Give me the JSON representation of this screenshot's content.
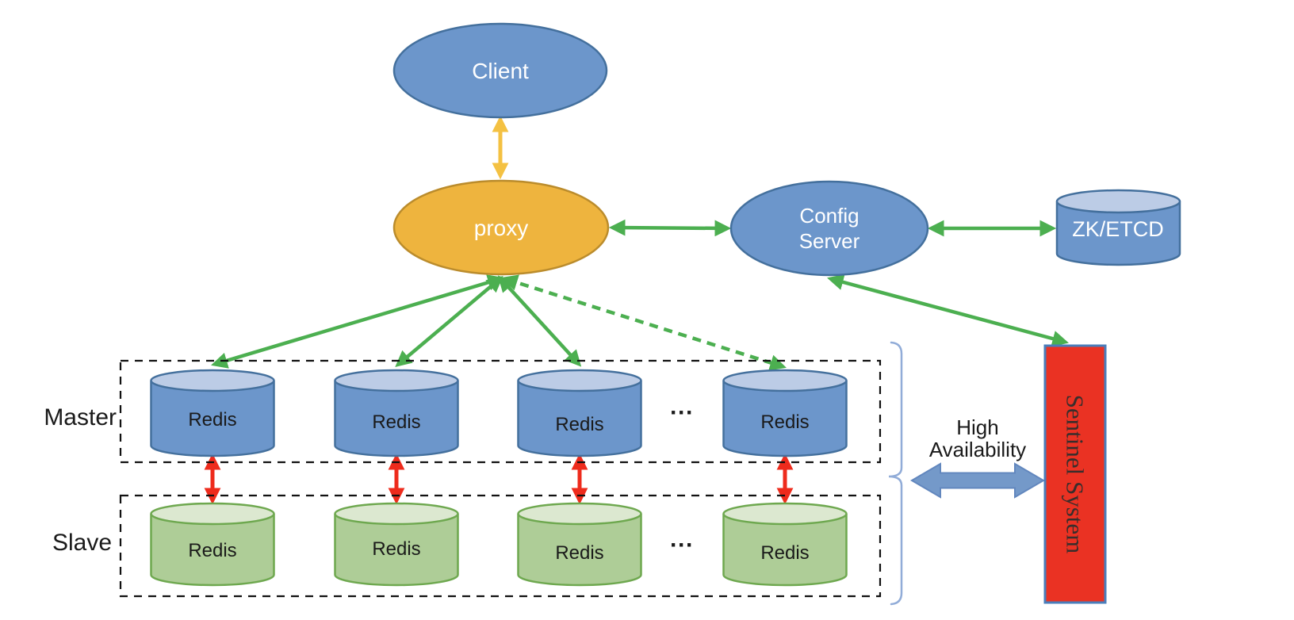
{
  "nodes": {
    "client": "Client",
    "proxy": "proxy",
    "config_server": {
      "line1": "Config",
      "line2": "Server"
    },
    "zk_etcd": "ZK/ETCD",
    "redis": "Redis",
    "sentinel": "Sentinel System"
  },
  "groups": {
    "master": "Master",
    "slave": "Slave",
    "ellipsis": "···"
  },
  "annotations": {
    "high_availability": {
      "line1": "High",
      "line2": "Availability"
    }
  },
  "colors": {
    "blue_fill": "#6C96CB",
    "blue_stroke": "#44709D",
    "blue_top": "#BCCCE6",
    "green_fill": "#AECD97",
    "green_top": "#DCE8D0",
    "green_stroke": "#6EA84F",
    "orange_fill": "#EEB43E",
    "orange_stroke": "#BB8C2C",
    "arrow_green": "#4CAF50",
    "arrow_yellow": "#F4C142",
    "arrow_red": "#EE2B1C",
    "red_fill": "#EA3223",
    "red_stroke": "#4A7EBB",
    "block_arrow_fill": "#7499C9",
    "block_arrow_stroke": "#6287BE",
    "brace": "#91ACD8",
    "text_dark": "#1A1A1A",
    "sentinel_text": "#382E2C"
  }
}
